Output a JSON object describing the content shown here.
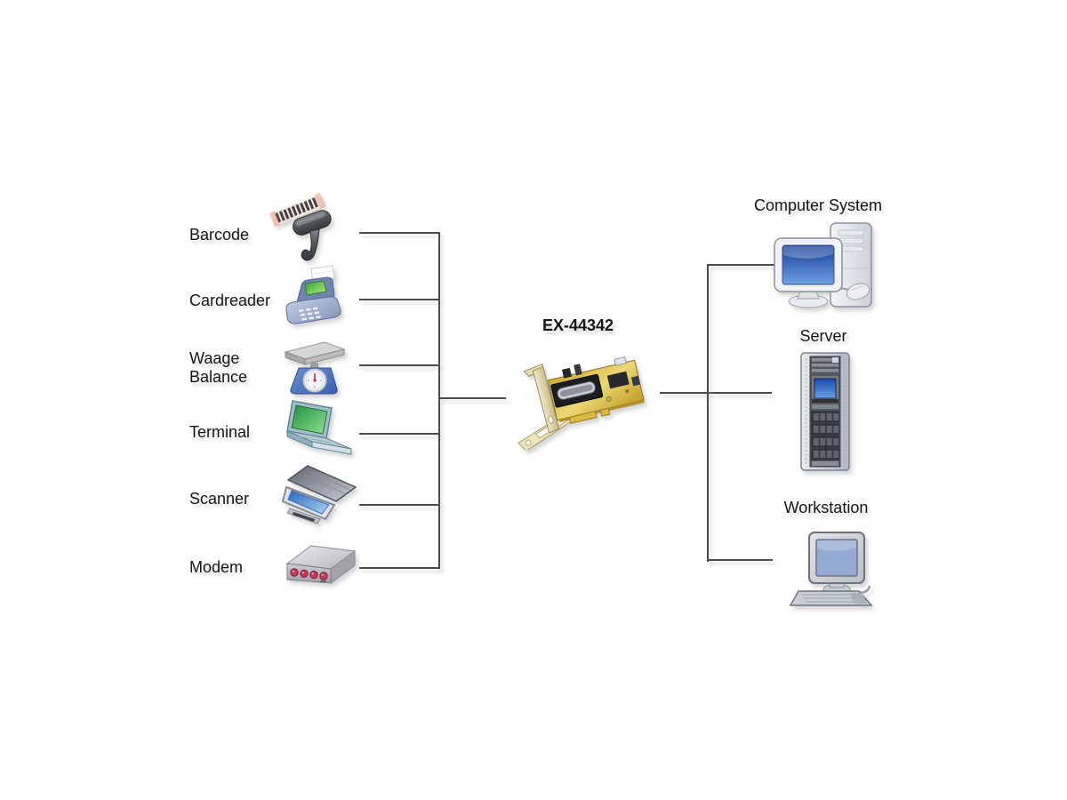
{
  "diagram": {
    "card": {
      "label": "EX-44342",
      "icon": "serial-card-icon"
    },
    "left_devices": [
      {
        "label": "Barcode",
        "icon": "barcode-scanner-icon"
      },
      {
        "label": "Cardreader",
        "icon": "cardreader-icon"
      },
      {
        "label": "Waage Balance",
        "icon": "scale-icon"
      },
      {
        "label": "Terminal",
        "icon": "laptop-icon"
      },
      {
        "label": "Scanner",
        "icon": "flatbed-scanner-icon"
      },
      {
        "label": "Modem",
        "icon": "modem-icon"
      }
    ],
    "right_devices": [
      {
        "label": "Computer System",
        "icon": "desktop-computer-icon"
      },
      {
        "label": "Server",
        "icon": "server-rack-icon"
      },
      {
        "label": "Workstation",
        "icon": "workstation-monitor-icon"
      }
    ],
    "colors": {
      "background": "#ffffff",
      "line": "#4b4b4b",
      "text": "#161616",
      "pcb_gold": "#d9ba42",
      "screen_blue": "#2a5cb8",
      "screen_green": "#35a04a",
      "led_red": "#c43a5e"
    }
  }
}
